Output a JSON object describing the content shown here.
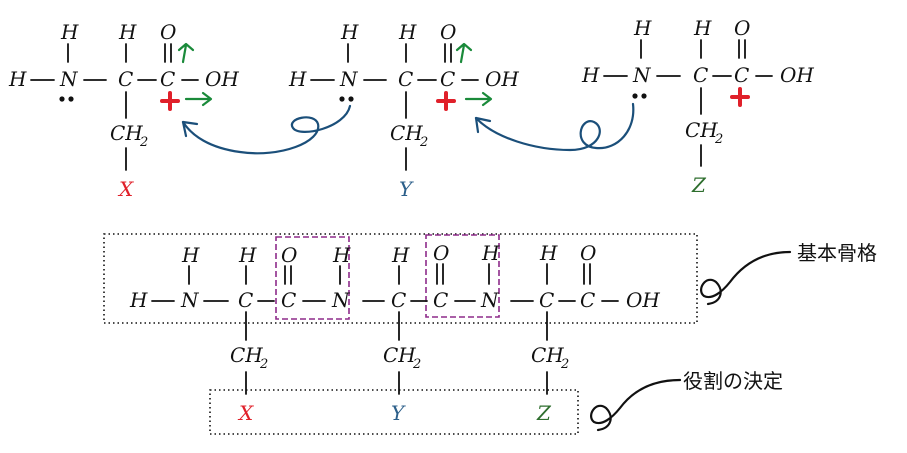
{
  "atoms": {
    "H": "H",
    "N": "N",
    "C": "C",
    "O": "O",
    "OH": "OH",
    "CH": "CH",
    "sub2": "2"
  },
  "residues": {
    "X": {
      "label": "X",
      "color": "#e0202a"
    },
    "Y": {
      "label": "Y",
      "color": "#2c5f8a"
    },
    "Z": {
      "label": "Z",
      "color": "#2e6e2e"
    }
  },
  "annotations": {
    "backbone": "基本骨格",
    "side_chain_role": "役割の決定"
  },
  "colors": {
    "arrow_blue": "#1b4f7a",
    "arrow_green": "#1a8a3a",
    "plus_red": "#e0202a",
    "peptide_box": "#8e2b8a"
  }
}
